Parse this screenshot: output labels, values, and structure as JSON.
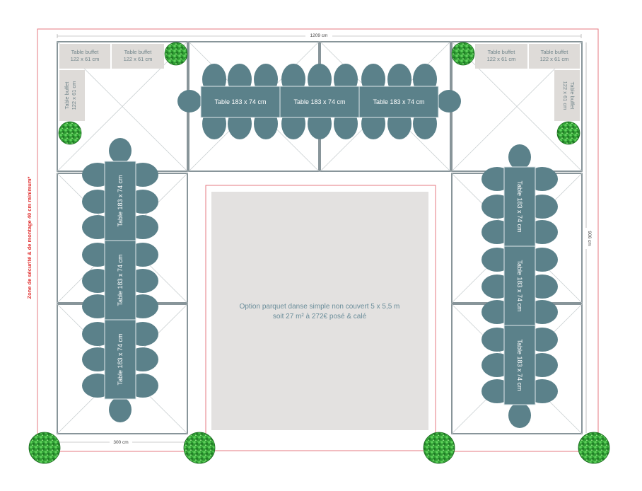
{
  "dimensions": {
    "width": "1209 cm",
    "height": "906 cm",
    "tent_width": "300 cm"
  },
  "safety_zone": "Zone de sécurité & de montage 40 cm minimum*",
  "table_label": "Table 183 x 74 cm",
  "buffet_label_line1": "Table buffet",
  "buffet_label_line2": "122 x 61 cm",
  "dance_floor": {
    "line1": "Option parquet danse simple non couvert 5 x 5,5 m",
    "line2": "soit 27 m² à 272€ posé & calé"
  },
  "colors": {
    "table": "#5b818a",
    "buffet": "#dedbd8",
    "safety_line": "#e57a82",
    "safety_text": "#e03030",
    "floor": "#e3e1e0"
  },
  "icons": [
    "shrub-icon"
  ]
}
